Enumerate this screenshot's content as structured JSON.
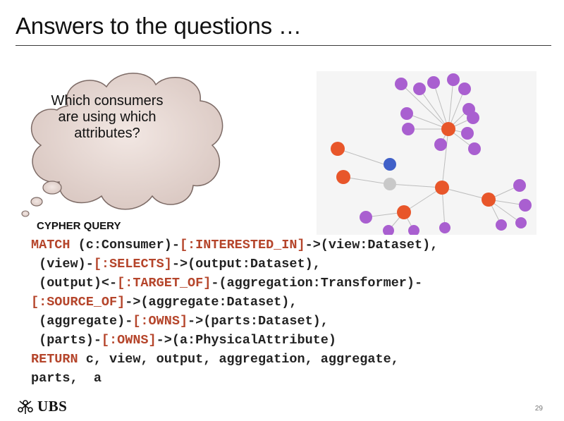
{
  "slide": {
    "title": "Answers to the questions …",
    "page_number": "29"
  },
  "callout": {
    "text": "Which consumers are using which attributes?"
  },
  "graph_image": {
    "description_icon": "graph-visualization-icon",
    "colors": {
      "orange": "#e8562a",
      "purple": "#a95fd0",
      "blue": "#4060c8",
      "gray": "#c9c9c9"
    }
  },
  "query": {
    "heading": "CYPHER QUERY",
    "lines": [
      [
        {
          "t": "MATCH",
          "k": "kw"
        },
        {
          "t": " (c:Consumer)-",
          "k": "n"
        },
        {
          "t": "[:INTERESTED_IN]",
          "k": "rel"
        },
        {
          "t": "->(view:Dataset),",
          "k": "n"
        }
      ],
      [
        {
          "t": " (view)-",
          "k": "n"
        },
        {
          "t": "[:SELECTS]",
          "k": "rel"
        },
        {
          "t": "->(output:Dataset),",
          "k": "n"
        }
      ],
      [
        {
          "t": " (output)<-",
          "k": "n"
        },
        {
          "t": "[:TARGET_OF]",
          "k": "rel"
        },
        {
          "t": "-(aggregation:Transformer)-",
          "k": "n"
        }
      ],
      [
        {
          "t": "[:SOURCE_OF]",
          "k": "rel"
        },
        {
          "t": "->(aggregate:Dataset),",
          "k": "n"
        }
      ],
      [
        {
          "t": " (aggregate)-",
          "k": "n"
        },
        {
          "t": "[:OWNS]",
          "k": "rel"
        },
        {
          "t": "->(parts:Dataset),",
          "k": "n"
        }
      ],
      [
        {
          "t": " (parts)-",
          "k": "n"
        },
        {
          "t": "[:OWNS]",
          "k": "rel"
        },
        {
          "t": "->(a:PhysicalAttribute)",
          "k": "n"
        }
      ],
      [
        {
          "t": "RETURN",
          "k": "kw"
        },
        {
          "t": " c, view, output, aggregation, aggregate,",
          "k": "n"
        }
      ],
      [
        {
          "t": "parts,  a",
          "k": "n"
        }
      ]
    ]
  },
  "branding": {
    "logo_text": "UBS",
    "logo_icon": "ubs-keys-icon"
  }
}
